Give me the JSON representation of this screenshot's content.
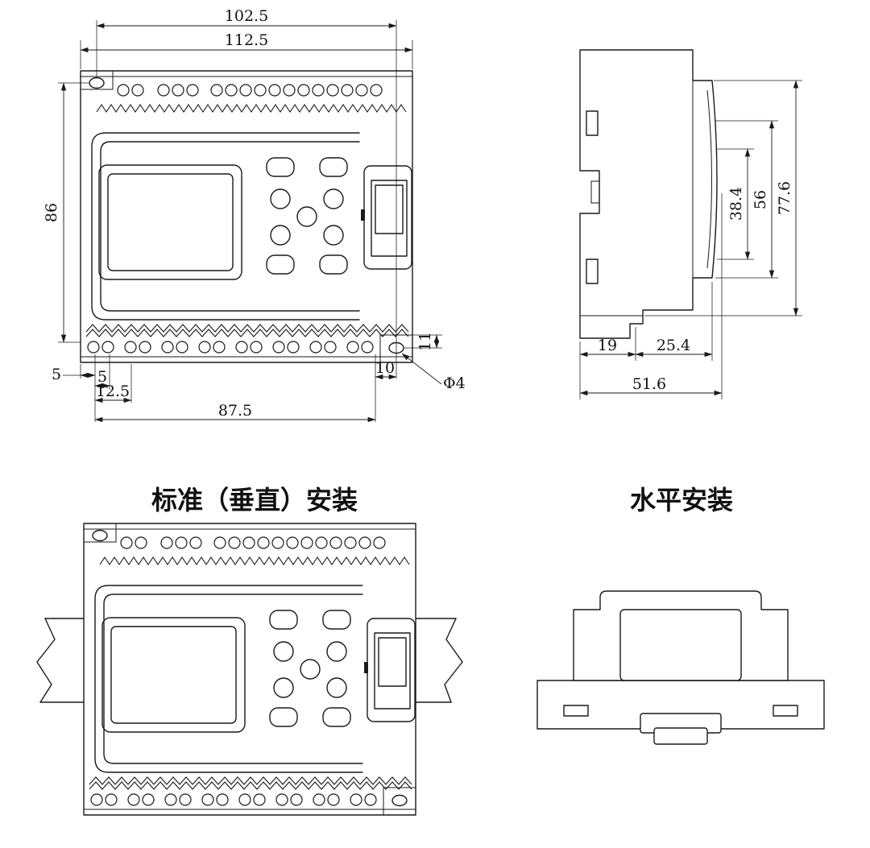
{
  "drawing": {
    "background": "#ffffff",
    "line_color": "#1a1a1a"
  },
  "front_view": {
    "dims": {
      "width_inner": "102.5",
      "width_outer": "112.5",
      "height": "86",
      "offset_a": "5",
      "offset_b": "5",
      "offset_c": "12.5",
      "terminal_span": "87.5",
      "hole_offset_x": "10",
      "hole_offset_y": "11",
      "hole_diameter": "Φ4"
    }
  },
  "side_view": {
    "dims": {
      "depth_inner": "38.4",
      "depth_mid": "56",
      "height_total": "77.6",
      "base_a": "19",
      "base_b": "25.4",
      "base_total": "51.6"
    }
  },
  "labels": {
    "vertical_mount": "标准（垂直）安装",
    "horizontal_mount": "水平安装"
  }
}
